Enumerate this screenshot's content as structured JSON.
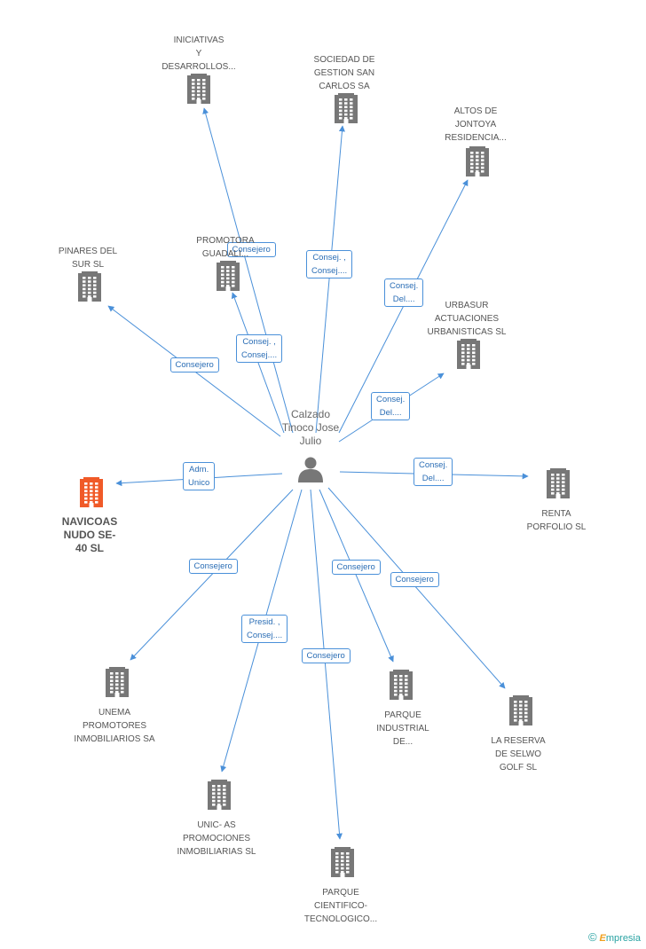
{
  "center": {
    "name": "Calzado\nTinoco Jose\nJulio"
  },
  "nodes": [
    {
      "id": "iniciativas",
      "label": "INICIATIVAS\nY\nDESARROLLOS...",
      "highlight": false
    },
    {
      "id": "sociedad",
      "label": "SOCIEDAD DE\nGESTION SAN\nCARLOS SA",
      "highlight": false
    },
    {
      "id": "altos",
      "label": "ALTOS DE\nJONTOYA\nRESIDENCIA...",
      "highlight": false
    },
    {
      "id": "promotora",
      "label": "PROMOTORA\nGUADALI...",
      "highlight": false
    },
    {
      "id": "pinares",
      "label": "PINARES DEL\nSUR SL",
      "highlight": false
    },
    {
      "id": "urbasur",
      "label": "URBASUR\nACTUACIONES\nURBANISTICAS SL",
      "highlight": false
    },
    {
      "id": "navicoas",
      "label": "NAVICOAS\nNUDO SE-\n40 SL",
      "highlight": true
    },
    {
      "id": "renta",
      "label": "RENTA\nPORFOLIO SL",
      "highlight": false
    },
    {
      "id": "unema",
      "label": "UNEMA\nPROMOTORES\nINMOBILIARIOS SA",
      "highlight": false
    },
    {
      "id": "parque-ind",
      "label": "PARQUE\nINDUSTRIAL\nDE...",
      "highlight": false
    },
    {
      "id": "reserva",
      "label": "LA RESERVA\nDE SELWO\nGOLF SL",
      "highlight": false
    },
    {
      "id": "unic",
      "label": "UNIC- AS\nPROMOCIONES\nINMOBILIARIAS SL",
      "highlight": false
    },
    {
      "id": "parque-cien",
      "label": "PARQUE\nCIENTIFICO-\nTECNOLOGICO...",
      "highlight": false
    }
  ],
  "edges": [
    {
      "to": "iniciativas",
      "label": "Consejero"
    },
    {
      "to": "sociedad",
      "label": "Consej. ,\nConsej...."
    },
    {
      "to": "altos",
      "label": "Consej.\nDel...."
    },
    {
      "to": "promotora",
      "label": "Consej. ,\nConsej...."
    },
    {
      "to": "pinares",
      "label": "Consejero"
    },
    {
      "to": "urbasur",
      "label": "Consej.\nDel...."
    },
    {
      "to": "navicoas",
      "label": "Adm.\nUnico"
    },
    {
      "to": "renta",
      "label": "Consej.\nDel...."
    },
    {
      "to": "unema",
      "label": "Consejero"
    },
    {
      "to": "unic",
      "label": "Presid. ,\nConsej...."
    },
    {
      "to": "parque-cien",
      "label": "Consejero"
    },
    {
      "to": "parque-ind",
      "label": "Consejero"
    },
    {
      "to": "reserva",
      "label": "Consejero"
    }
  ],
  "colors": {
    "edge": "#4a90d9",
    "building": "#777777",
    "highlight": "#f05a28",
    "person": "#777777"
  },
  "footer": {
    "copyright": "©",
    "brand_first": "E",
    "brand_rest": "mpresia"
  }
}
